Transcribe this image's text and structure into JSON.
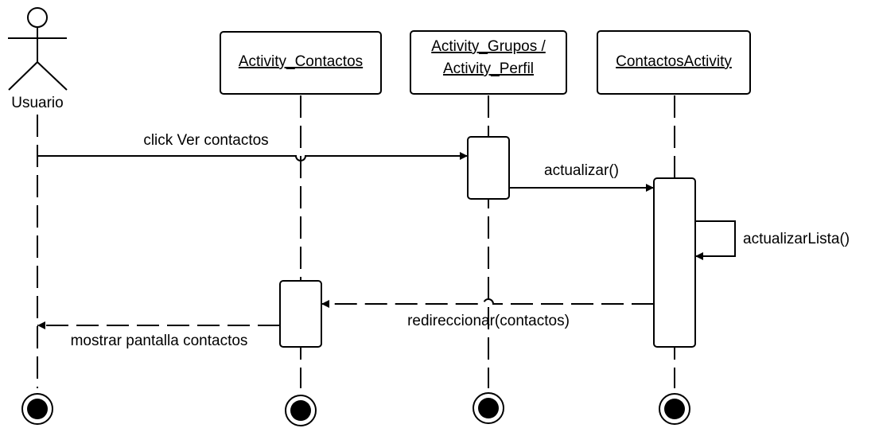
{
  "actor": {
    "label": "Usuario"
  },
  "participants": {
    "p1": "Activity_Contactos",
    "p2_line1": "Activity_Grupos /",
    "p2_line2": "Activity_Perfil",
    "p3": "ContactosActivity"
  },
  "messages": {
    "m1": "click Ver contactos",
    "m2": "actualizar()",
    "m3": "actualizarLista()",
    "m4": "redireccionar(contactos)",
    "m5": "mostrar pantalla contactos"
  }
}
